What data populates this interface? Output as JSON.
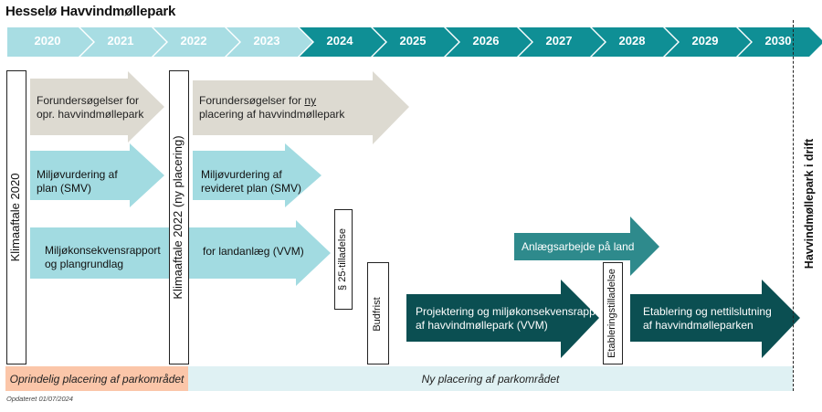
{
  "title": "Hesselø Havvindmøllepark",
  "years": [
    "2020",
    "2021",
    "2022",
    "2023",
    "2024",
    "2025",
    "2026",
    "2027",
    "2028",
    "2029",
    "2030"
  ],
  "colors": {
    "year_light": "#a8dde3",
    "year_dark": "#0f8f95",
    "gray_arrow": "#dddad1",
    "light_teal_arrow": "#a2dbe1",
    "mid_teal_arrow": "#2e8a8c",
    "dark_teal_arrow": "#0b4f52",
    "band_orig": "#fbc6a9",
    "band_new": "#dff1f3"
  },
  "vertical_labels": {
    "klima2020": "Klimaaftale 2020",
    "klima2022": "Klimaaftale 2022 (ny placering)",
    "par25": "§ 25-tilladelse",
    "budfrist": "Budfrist",
    "etablering_tilladelse": "Etableringstilladelse",
    "drift": "Havvindmøllepark i drift"
  },
  "arrows": {
    "forunders_opr": {
      "line1": "Forundersøgelser for",
      "line2": "opr. havvindmøllepark"
    },
    "forunders_ny": {
      "line1a": "Forundersøgelser for ",
      "line1b": "ny",
      "line2": "placering af havvindmøllepark"
    },
    "miljo_plan": {
      "line1": "Miljøvurdering af",
      "line2": "plan (SMV)"
    },
    "miljo_revideret": {
      "line1": "Miljøvurdering af",
      "line2": "revideret plan (SMV)"
    },
    "mkr": {
      "line1": "Miljøkonsekvensrapport",
      "line2": "og plangrundlag"
    },
    "landanlaeg": {
      "line1": "for landanlæg (VVM)"
    },
    "anlaeg_land": {
      "line1": "Anlægsarbejde på land"
    },
    "projektering": {
      "line1": "Projektering og miljøkonsekvensrapport",
      "line2": "af havvindmøllepark (VVM)"
    },
    "etablering_net": {
      "line1": "Etablering og nettilslutning",
      "line2": "af havvindmølleparken"
    }
  },
  "bands": {
    "original": "Oprindelig placering af parkområdet",
    "new": "Ny placering af parkområdet"
  },
  "updated": "Opdateret 01/07/2024"
}
